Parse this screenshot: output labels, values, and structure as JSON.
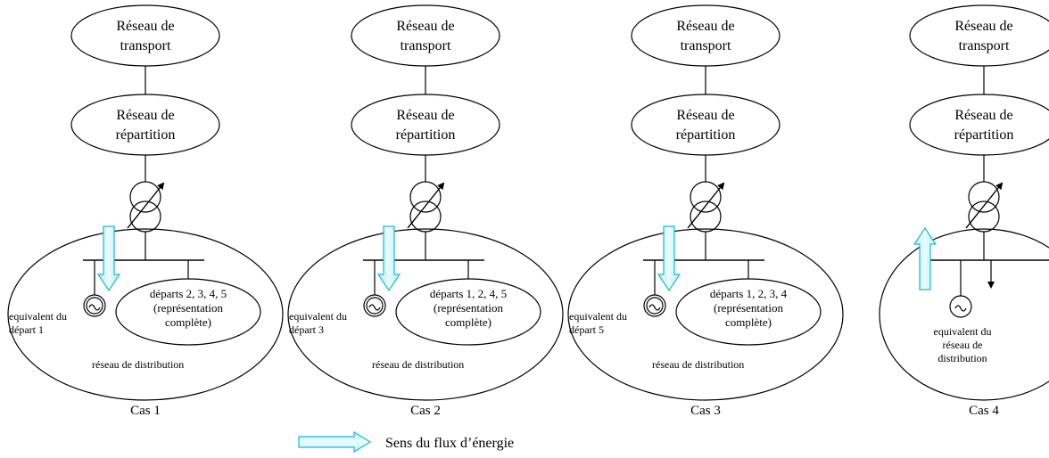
{
  "cases": [
    {
      "transport": [
        "Réseau de",
        "transport"
      ],
      "repartition": [
        "Réseau de",
        "répartition"
      ],
      "equivalent": [
        "equivalent du",
        "départ 1"
      ],
      "departs": [
        "départs 2, 3, 4, 5",
        "(représentation",
        "complète)"
      ],
      "distribution": "réseau de distribution",
      "caption": "Cas 1",
      "flow": "down"
    },
    {
      "transport": [
        "Réseau de",
        "transport"
      ],
      "repartition": [
        "Réseau de",
        "répartition"
      ],
      "equivalent": [
        "equivalent du",
        "départ 3"
      ],
      "departs": [
        "départs 1, 2, 4, 5",
        "(représentation",
        "complète)"
      ],
      "distribution": "réseau de distribution",
      "caption": "Cas 2",
      "flow": "down"
    },
    {
      "transport": [
        "Réseau de",
        "transport"
      ],
      "repartition": [
        "Réseau de",
        "répartition"
      ],
      "equivalent": [
        "equivalent du",
        "départ 5"
      ],
      "departs": [
        "départs 1, 2, 3, 4",
        "(représentation",
        "complète)"
      ],
      "distribution": "réseau de distribution",
      "caption": "Cas 3",
      "flow": "down"
    },
    {
      "transport": [
        "Réseau de",
        "transport"
      ],
      "repartition": [
        "Réseau de",
        "répartition"
      ],
      "equivalent": [
        "equivalent du",
        "réseau de",
        "distribution"
      ],
      "departs": [],
      "distribution": "",
      "caption": "Cas 4",
      "flow": "up"
    }
  ],
  "legend": {
    "label": "Sens du flux d’énergie"
  },
  "colors": {
    "flow_fill": "#cdf3f7",
    "flow_stroke": "#22b8cc",
    "line": "#000000"
  },
  "icons": {
    "generator": "tilde-in-circle",
    "transformer": "variable-transformer"
  }
}
